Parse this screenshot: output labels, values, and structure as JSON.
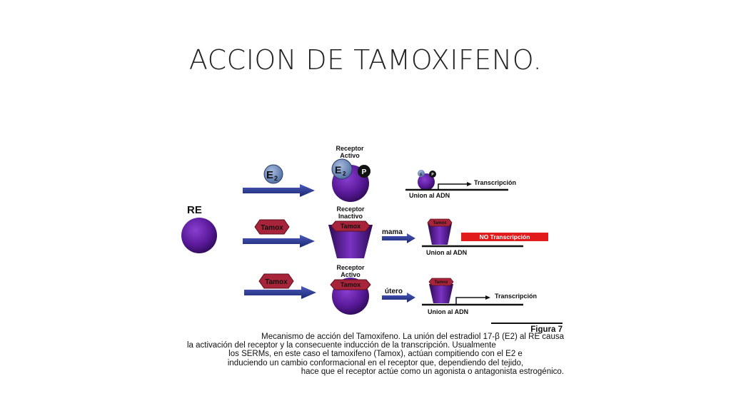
{
  "slide": {
    "title": "ACCION DE TAMOXIFENO."
  },
  "diagram": {
    "re_label": "RE",
    "e2_label": "E",
    "e2_sub": "2",
    "p_label": "P",
    "tamox_label": "Tamox",
    "row1": {
      "receptor_line1": "Receptor",
      "receptor_line2": "Activo",
      "transcripcion": "Transcripción",
      "union": "Union al ADN"
    },
    "row2": {
      "receptor_line1": "Receptor",
      "receptor_line2": "Inactivo",
      "side": "mama",
      "no_transcripcion": "NO Transcripción",
      "union": "Union al ADN"
    },
    "row3": {
      "receptor_line1": "Receptor",
      "receptor_line2": "Activo",
      "side": "útero",
      "transcripcion": "Transcripción",
      "union": "Union al ADN"
    },
    "colors": {
      "purple": "#5a1a9a",
      "navy": "#2b3a8f",
      "red": "#e11b1b",
      "tamox_red": "#a8243a",
      "e2_blue": "#6f89b8"
    }
  },
  "figure": {
    "label": "Figura 7",
    "caption_lines": [
      "Mecanismo de acción del Tamoxifeno. La unión del estradiol 17-β (E2) al RE causa",
      "la activación del receptor y la consecuente inducción de la transcripción. Usualmente",
      "los SERMs, en este caso el tamoxifeno (Tamox), actúan compitiendo con el E2 e",
      "induciendo un cambio conformacional en el receptor que, dependiendo del tejido,",
      "hace que el receptor actúe como un agonista o antagonista estrogénico."
    ]
  }
}
